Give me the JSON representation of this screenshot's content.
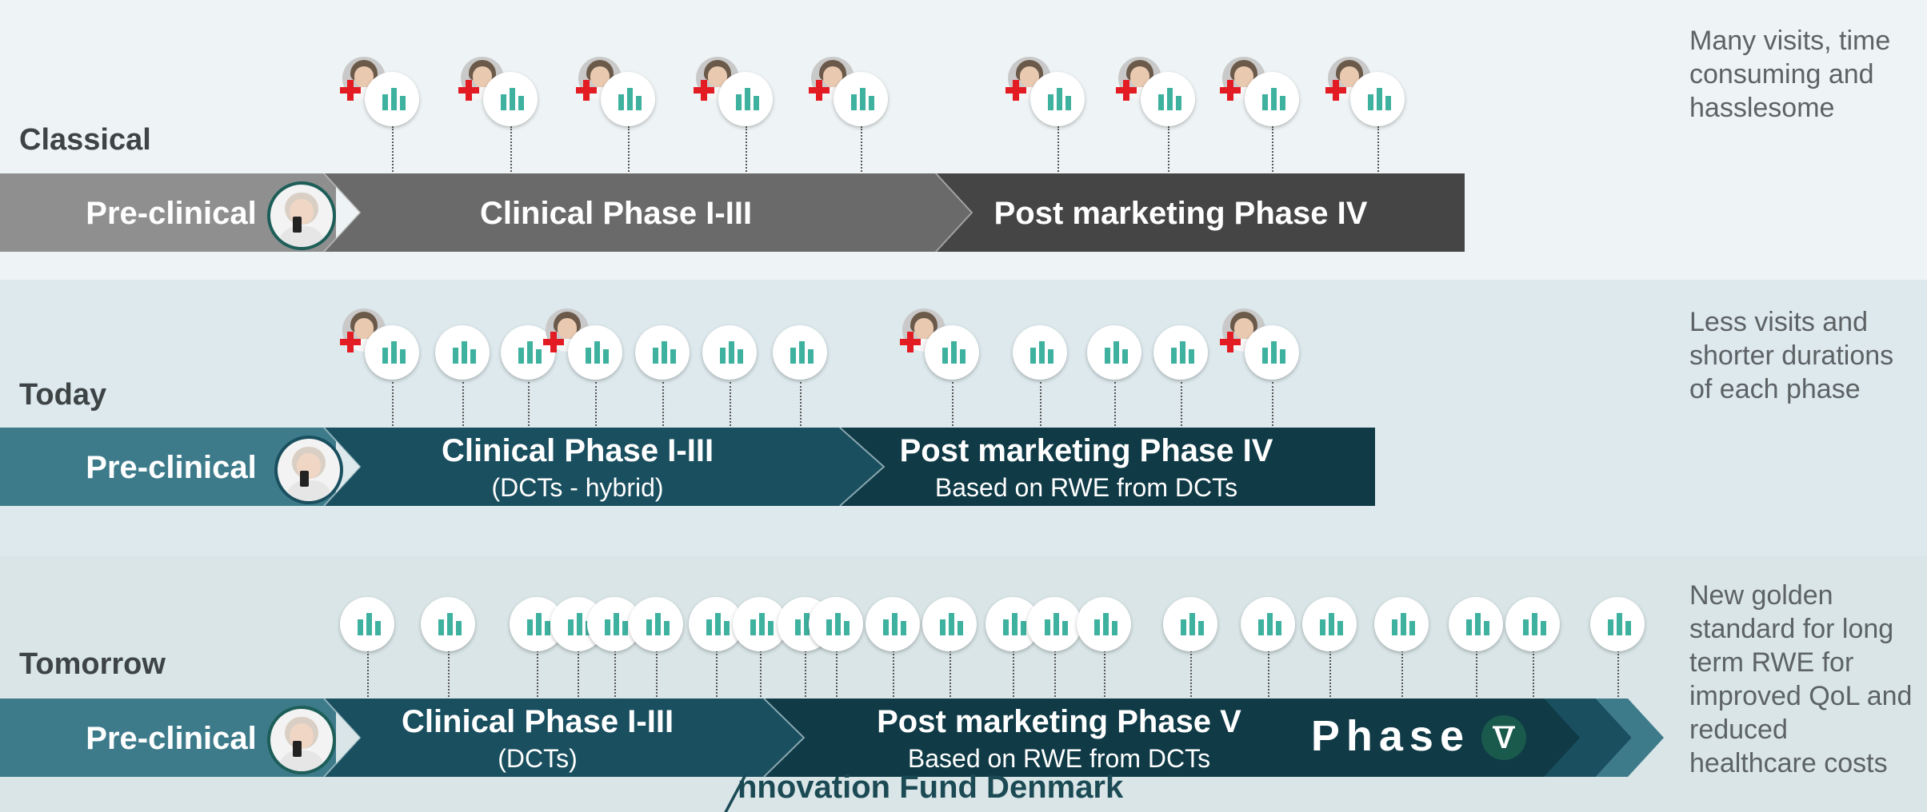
{
  "rows": {
    "classical": {
      "label": "Classical",
      "preclinical": "Pre-clinical",
      "clinical": "Clinical Phase I-III",
      "post": "Post marketing Phase IV",
      "note": "Many visits, time consuming and hasslesome"
    },
    "today": {
      "label": "Today",
      "preclinical": "Pre-clinical",
      "clinical": "Clinical Phase I-III",
      "clinical_sub": "(DCTs - hybrid)",
      "post": "Post marketing Phase IV",
      "post_sub": "Based on RWE from DCTs",
      "note": "Less visits and shorter durations of each phase"
    },
    "tomorrow": {
      "label": "Tomorrow",
      "preclinical": "Pre-clinical",
      "clinical": "Clinical Phase I-III",
      "clinical_sub": "(DCTs)",
      "post": "Post marketing Phase V",
      "post_sub": "Based on RWE from DCTs",
      "brand": "Phase",
      "brand_mark": "V",
      "note": "New golden standard for long term RWE for improved QoL and reduced healthcare costs"
    }
  },
  "footer": {
    "logo_text": "nnovation Fund Denmark"
  },
  "colors": {
    "classical_pre": "#8f8f8f",
    "classical_clinical": "#6a6a6a",
    "classical_post": "#454545",
    "today_pre": "#3d7b8b",
    "today_clinical": "#1a4f5f",
    "today_post": "#0f3a46",
    "tomorrow_pre": "#3d7b8b",
    "tomorrow_clinical": "#1a4f5f",
    "tomorrow_post": "#0f3a46",
    "chart_icon": "#3fb19f",
    "cross": "#e31b23",
    "brand_circle": "#1a5a4c"
  },
  "icons": [
    "bar-chart-icon",
    "doctor-icon",
    "red-cross-icon",
    "patient-avatar-icon",
    "chevron-icon"
  ]
}
